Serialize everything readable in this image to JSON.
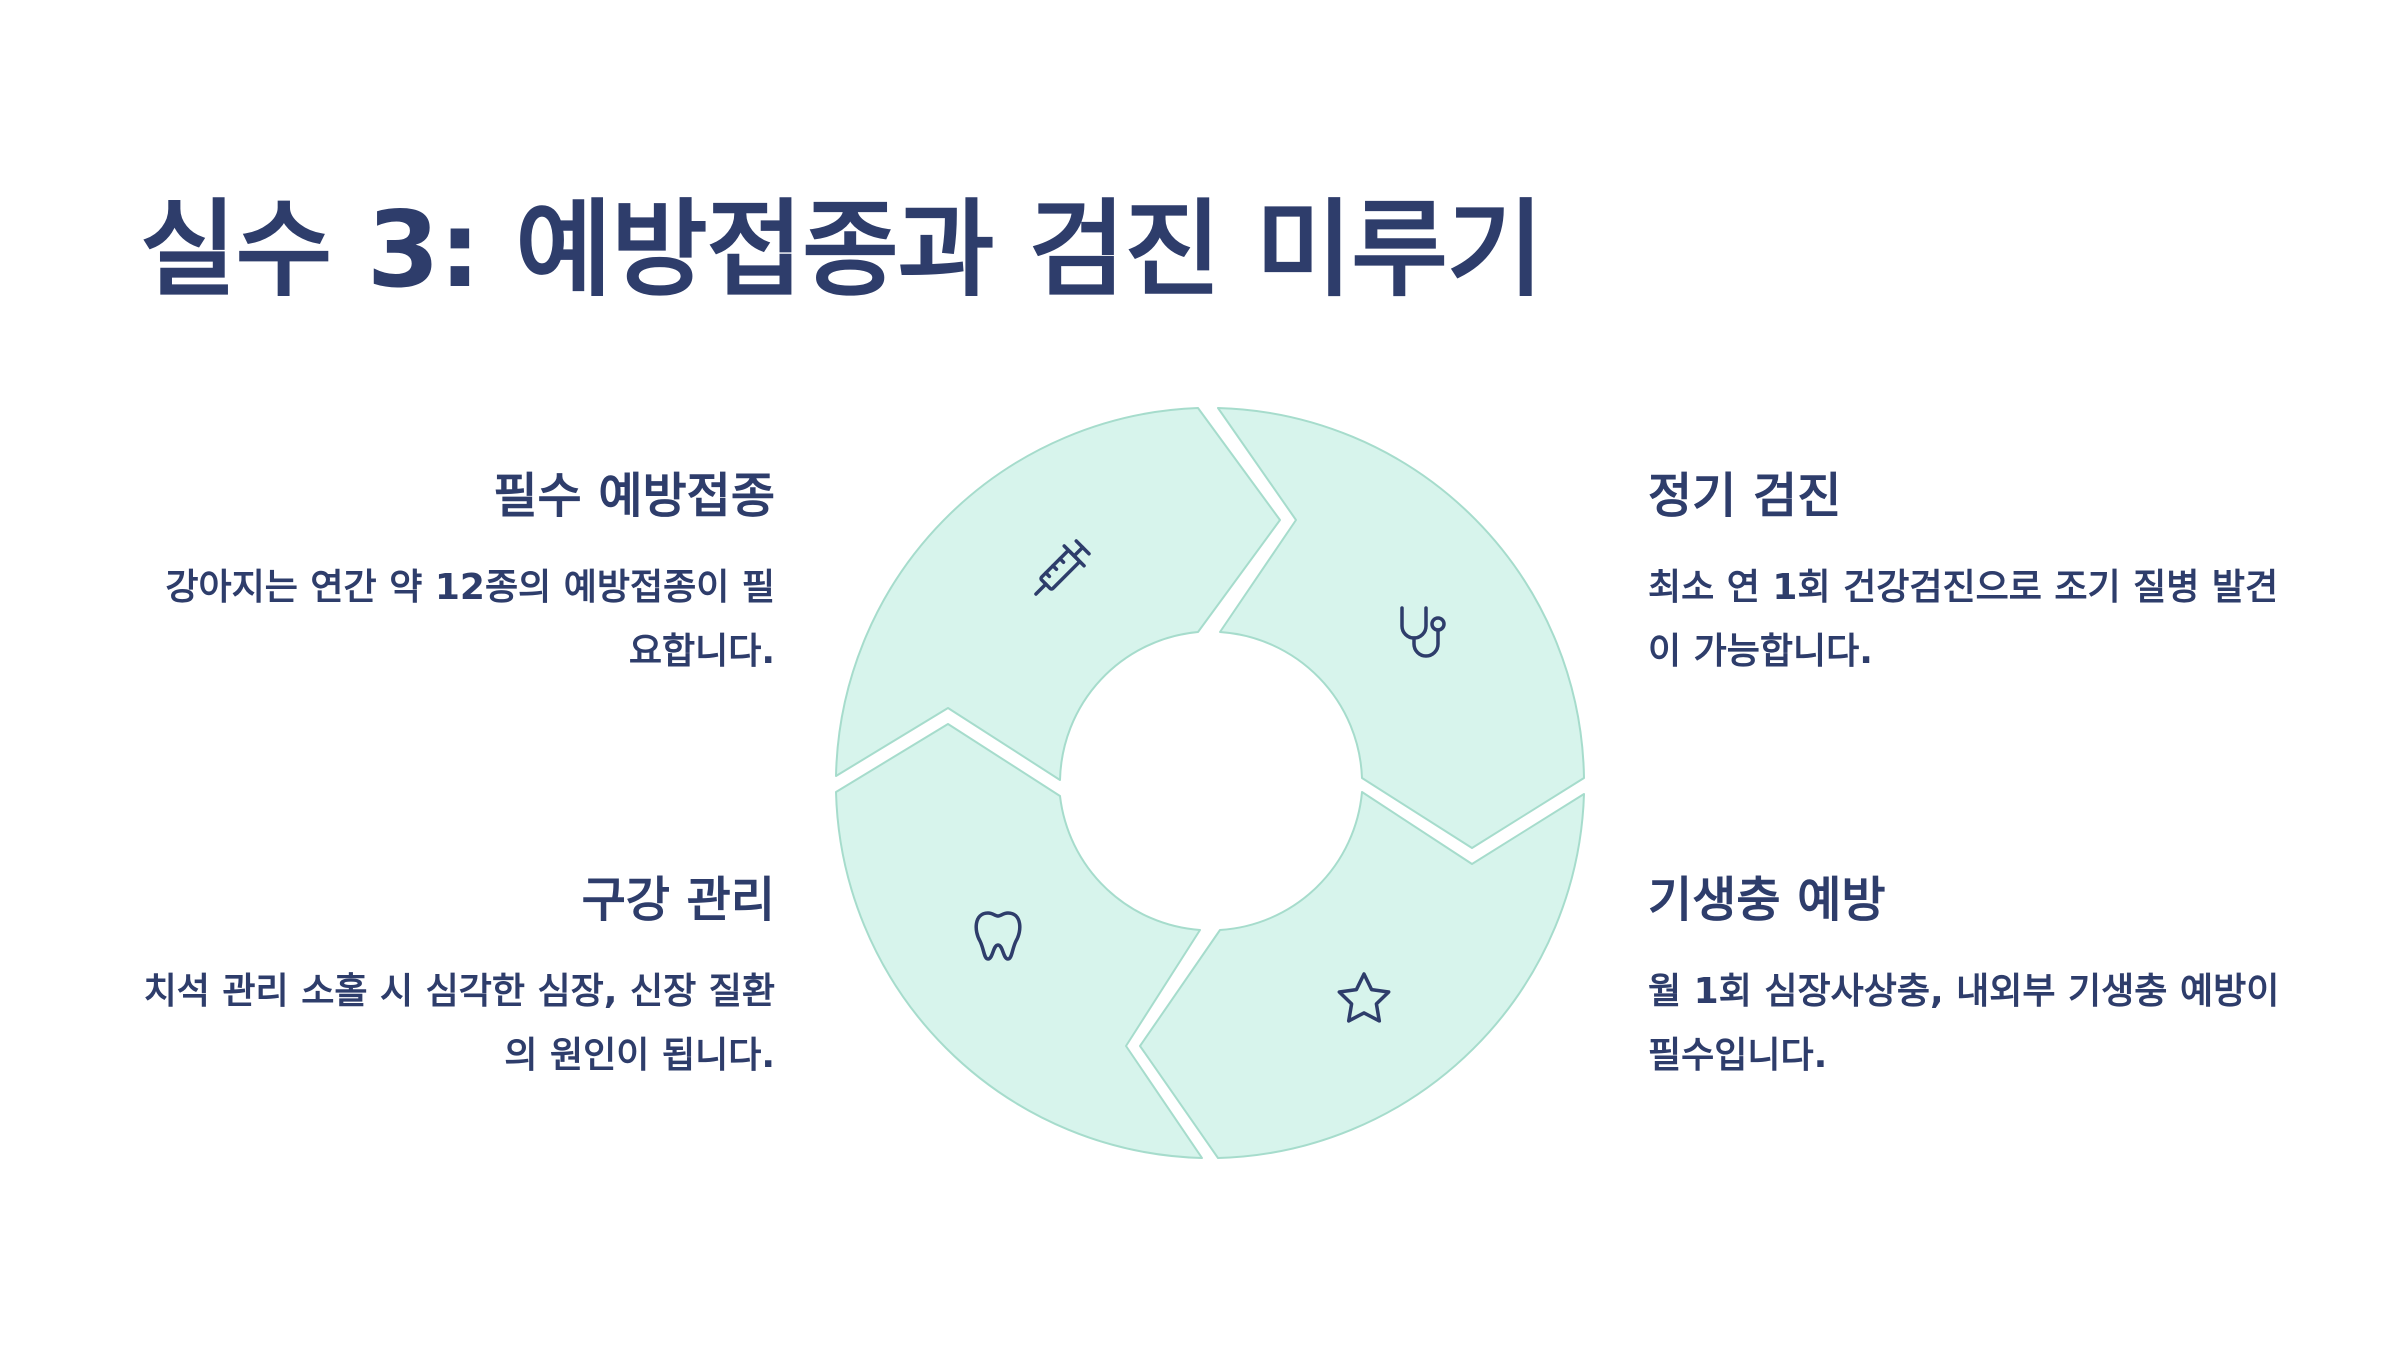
{
  "title": "실수 3: 예방접종과 검진 미루기",
  "colors": {
    "segment_fill": "#d7f4ec",
    "segment_stroke": "#a6dccc",
    "text": "#2e3d6b",
    "background": "#ffffff"
  },
  "items": {
    "top_left": {
      "heading": "필수 예방접종",
      "text": "강아지는 연간 약 12종의 예방접종이 필요합니다.",
      "icon": "syringe-icon"
    },
    "top_right": {
      "heading": "정기 검진",
      "text": "최소 연 1회 건강검진으로 조기 질병 발견이 가능합니다.",
      "icon": "stethoscope-icon"
    },
    "bottom_left": {
      "heading": "구강 관리",
      "text": "치석 관리 소홀 시 심각한 심장, 신장 질환의 원인이 됩니다.",
      "icon": "tooth-icon"
    },
    "bottom_right": {
      "heading": "기생충 예방",
      "text": "월 1회 심장사상충, 내외부 기생충 예방이 필수입니다.",
      "icon": "star-icon"
    }
  }
}
